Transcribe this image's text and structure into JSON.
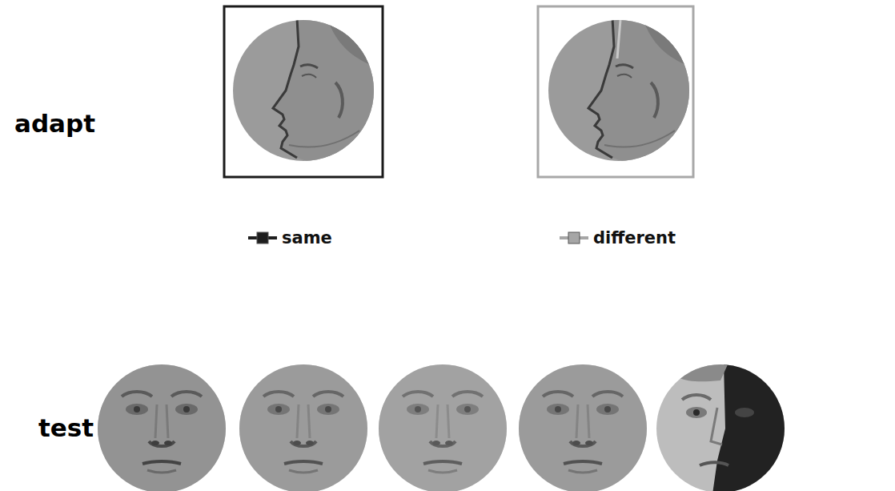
{
  "diagram": {
    "labels": [
      "adapt",
      "test"
    ],
    "legend": [
      {
        "text": "same"
      },
      {
        "text": "different"
      }
    ]
  }
}
